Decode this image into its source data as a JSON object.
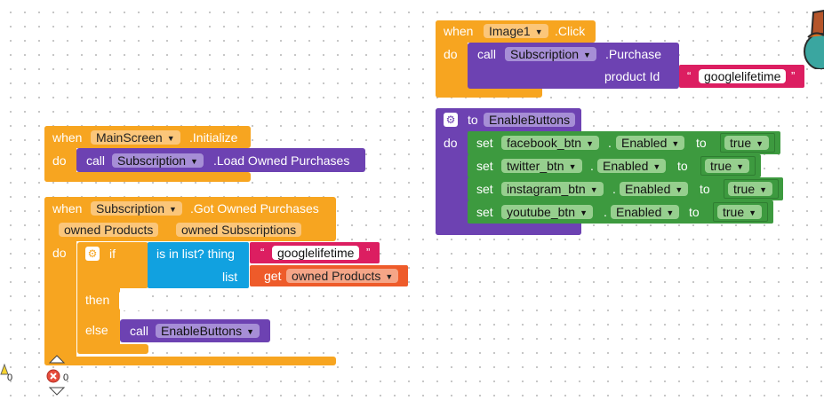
{
  "image_click_block": {
    "when": "when",
    "component": "Image1",
    "event": ".Click",
    "do": "do",
    "call": "call",
    "call_component": "Subscription",
    "method": ".Purchase",
    "param_label": "product Id",
    "quote_open": "“",
    "text_value": "googlelifetime",
    "quote_close": "”"
  },
  "enable_buttons_proc": {
    "to": "to",
    "name": "EnableButtons",
    "do": "do",
    "rows": [
      {
        "set": "set",
        "component": "facebook_btn",
        "dot": ".",
        "property": "Enabled",
        "to": "to",
        "value": "true"
      },
      {
        "set": "set",
        "component": "twitter_btn",
        "dot": ".",
        "property": "Enabled",
        "to": "to",
        "value": "true"
      },
      {
        "set": "set",
        "component": "instagram_btn",
        "dot": ".",
        "property": "Enabled",
        "to": "to",
        "value": "true"
      },
      {
        "set": "set",
        "component": "youtube_btn",
        "dot": ".",
        "property": "Enabled",
        "to": "to",
        "value": "true"
      }
    ]
  },
  "init_block": {
    "when": "when",
    "component": "MainScreen",
    "event": ".Initialize",
    "do": "do",
    "call": "call",
    "call_component": "Subscription",
    "method": ".Load Owned Purchases"
  },
  "got_owned_block": {
    "when": "when",
    "component": "Subscription",
    "event": ".Got Owned Purchases",
    "param1": "owned Products",
    "param2": "owned Subscriptions",
    "do": "do",
    "if": "if",
    "is_in_list": "is in list?  thing",
    "list_label": "list",
    "quote_open": "“",
    "text_value": "googlelifetime",
    "quote_close": "”",
    "get": "get",
    "get_var": "owned Products",
    "then": "then",
    "else": "else",
    "call": "call",
    "call_name": "EnableButtons"
  },
  "status": {
    "warnings": "0",
    "errors": "0"
  },
  "colors": {
    "event": "#f7a520",
    "procedure": "#6d42b2",
    "set": "#3d9a3f",
    "text": "#dc1e61",
    "list": "#11a1e0",
    "variable": "#ee5b2a"
  }
}
